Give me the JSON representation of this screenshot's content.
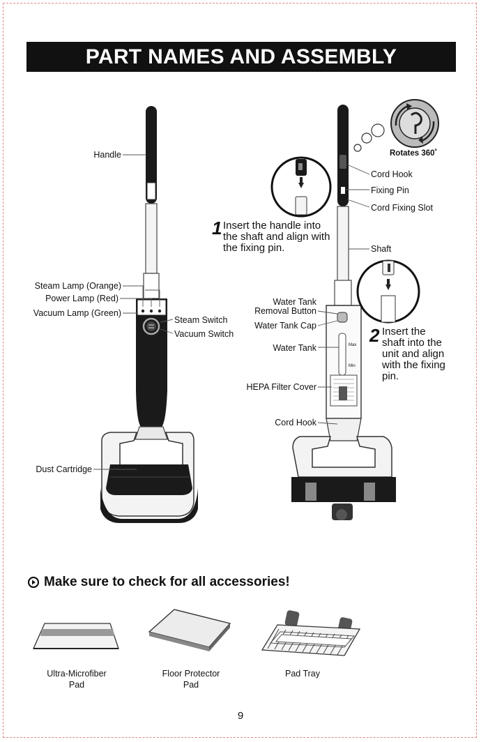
{
  "page": {
    "title": "PART NAMES AND ASSEMBLY",
    "page_number": "9"
  },
  "left_labels": {
    "handle": "Handle",
    "steam_lamp": "Steam Lamp (Orange)",
    "power_lamp": "Power Lamp (Red)",
    "vacuum_lamp": "Vacuum Lamp (Green)",
    "steam_switch": "Steam Switch",
    "vacuum_switch": "Vacuum Switch",
    "dust_cartridge": "Dust Cartridge"
  },
  "right_labels": {
    "rotates": "Rotates 360˚",
    "cord_hook_top": "Cord Hook",
    "fixing_pin": "Fixing Pin",
    "cord_fixing_slot": "Cord Fixing Slot",
    "shaft": "Shaft",
    "water_tank_removal_line1": "Water Tank",
    "water_tank_removal_line2": "Removal Button",
    "water_tank_cap": "Water Tank Cap",
    "water_tank": "Water Tank",
    "hepa_filter_cover": "HEPA Filter Cover",
    "cord_hook_bottom": "Cord Hook",
    "max_mark": "Max",
    "min_mark": "Min"
  },
  "steps": [
    {
      "number": "1",
      "lines": [
        "Insert the handle into",
        "the shaft and align with",
        "the fixing pin."
      ]
    },
    {
      "number": "2",
      "lines": [
        "Insert the",
        "shaft into the",
        "unit and align",
        "with the fixing",
        "pin."
      ]
    }
  ],
  "accessories": {
    "heading": "Make sure to check for all accessories!",
    "items": [
      {
        "line1": "Ultra-Microfiber",
        "line2": "Pad"
      },
      {
        "line1": "Floor Protector",
        "line2": "Pad"
      },
      {
        "line1": "Pad Tray",
        "line2": ""
      }
    ]
  }
}
